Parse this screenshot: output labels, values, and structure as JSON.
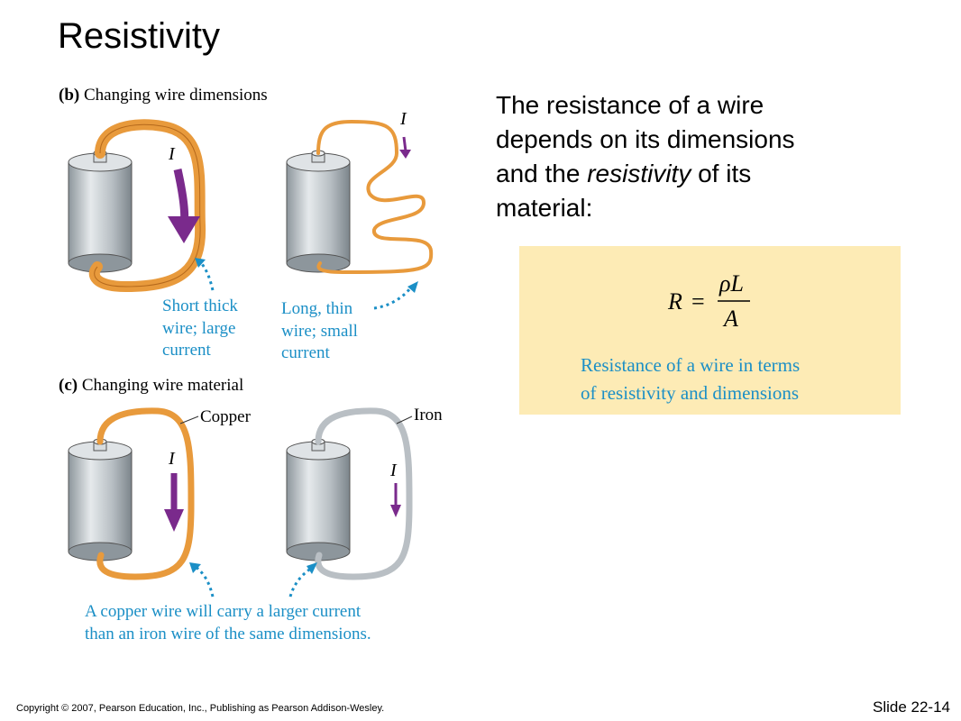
{
  "slide": {
    "title": "Resistivity",
    "footer_copyright": "Copyright © 2007, Pearson Education, Inc., Publishing as Pearson Addison-Wesley.",
    "slide_number": "Slide 22-14"
  },
  "body": {
    "line1": "The resistance of a wire",
    "line2": "depends on its dimensions",
    "line3_pre": "and the ",
    "line3_em": "resistivity",
    "line3_post": " of its",
    "line4": "material:"
  },
  "figure_b": {
    "label_letter": "(b)",
    "label_text": "Changing wire dimensions",
    "current_symbol": "I",
    "left_caption": [
      "Short thick",
      "wire; large",
      "current"
    ],
    "right_caption": [
      "Long, thin",
      "wire; small",
      "current"
    ]
  },
  "figure_c": {
    "label_letter": "(c)",
    "label_text": "Changing wire material",
    "current_symbol": "I",
    "copper_label": "Copper",
    "iron_label": "Iron",
    "caption": [
      "A copper wire will carry a larger current",
      "than an iron wire of the same dimensions."
    ]
  },
  "formula": {
    "lhs": "R",
    "equals": "=",
    "numerator": "ρL",
    "denominator": "A",
    "caption": [
      "Resistance of a wire in terms",
      "of resistivity and dimensions"
    ]
  },
  "colors": {
    "copper": "#e89a3c",
    "iron": "#b9bfc4",
    "arrow": "#7a2a8c",
    "caption_blue": "#1b8fc6",
    "formula_bg": "#fdebb5"
  }
}
